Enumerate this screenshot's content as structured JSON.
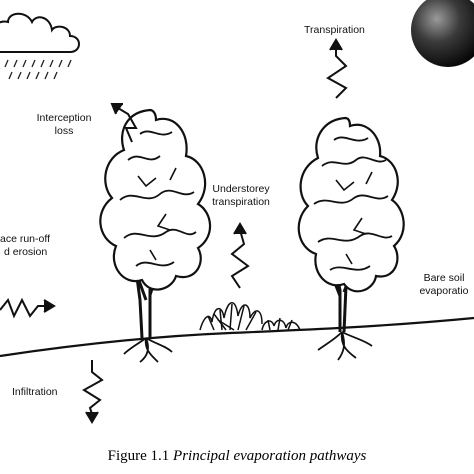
{
  "labels": {
    "transpiration": "Transpiration",
    "interception_1": "Interception",
    "interception_2": "loss",
    "understorey_1": "Understorey",
    "understorey_2": "transpiration",
    "runoff_1": "ace run-off",
    "runoff_2": "d erosion",
    "bare_soil_1": "Bare soil",
    "bare_soil_2": "evaporatio",
    "infiltration": "Infiltration"
  },
  "caption": {
    "prefix": "Figure 1.1",
    "title": "Principal evaporation pathways"
  }
}
